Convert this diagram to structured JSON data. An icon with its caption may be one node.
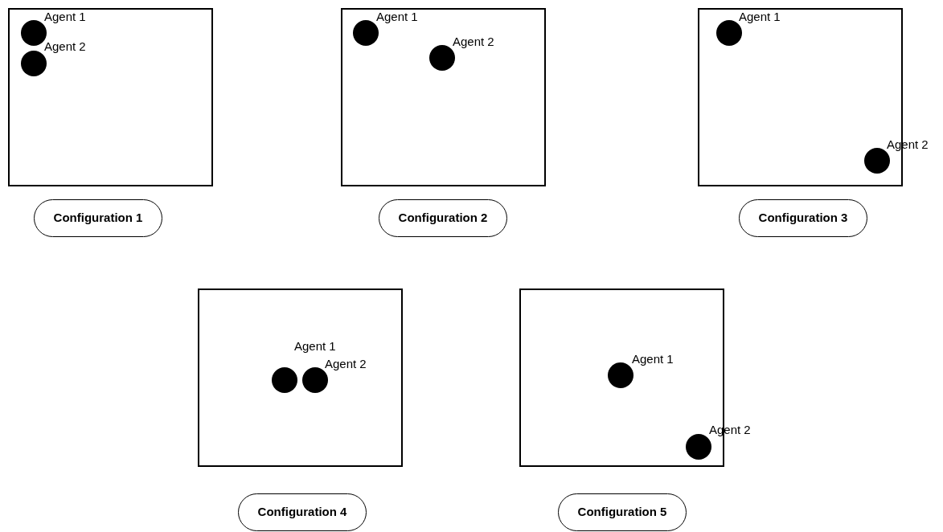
{
  "diagram": {
    "nodes": [
      {
        "text": [],
        "shape": "box"
      },
      {
        "text": [],
        "shape": "circle",
        "in": 0,
        "beside": [
          "Agent 1"
        ]
      },
      {
        "text": [],
        "shape": "circle",
        "in": 0,
        "beside": [
          "Agent 2"
        ]
      },
      {
        "text": [
          "Configuration 1"
        ]
      },
      {
        "text": [],
        "shape": "box"
      },
      {
        "text": [],
        "shape": "circle",
        "in": 4,
        "beside": [
          "Agent 1"
        ]
      },
      {
        "text": [],
        "shape": "circle",
        "in": 4,
        "beside": [
          "Agent 2"
        ]
      },
      {
        "text": [
          "Configuration 2"
        ]
      },
      {
        "text": [],
        "shape": "box"
      },
      {
        "text": [],
        "shape": "circle",
        "in": 8,
        "beside": [
          "Agent 1"
        ]
      },
      {
        "text": [],
        "shape": "circle",
        "in": 8,
        "beside": [
          "Agent 2"
        ]
      },
      {
        "text": [
          "Configuration 3"
        ]
      },
      {
        "text": [],
        "shape": "box"
      },
      {
        "text": [],
        "shape": "circle",
        "in": 12,
        "beside": [
          "Agent 1"
        ]
      },
      {
        "text": [],
        "shape": "circle",
        "in": 12,
        "beside": [
          "Agent 2"
        ]
      },
      {
        "text": [
          "Configuration 4"
        ]
      },
      {
        "text": [],
        "shape": "box"
      },
      {
        "text": [],
        "shape": "circle",
        "in": 16,
        "beside": [
          "Agent 1"
        ]
      },
      {
        "text": [],
        "shape": "circle",
        "in": 16,
        "beside": [
          "Agent 2"
        ]
      },
      {
        "text": [
          "Configuration 5"
        ]
      }
    ]
  }
}
